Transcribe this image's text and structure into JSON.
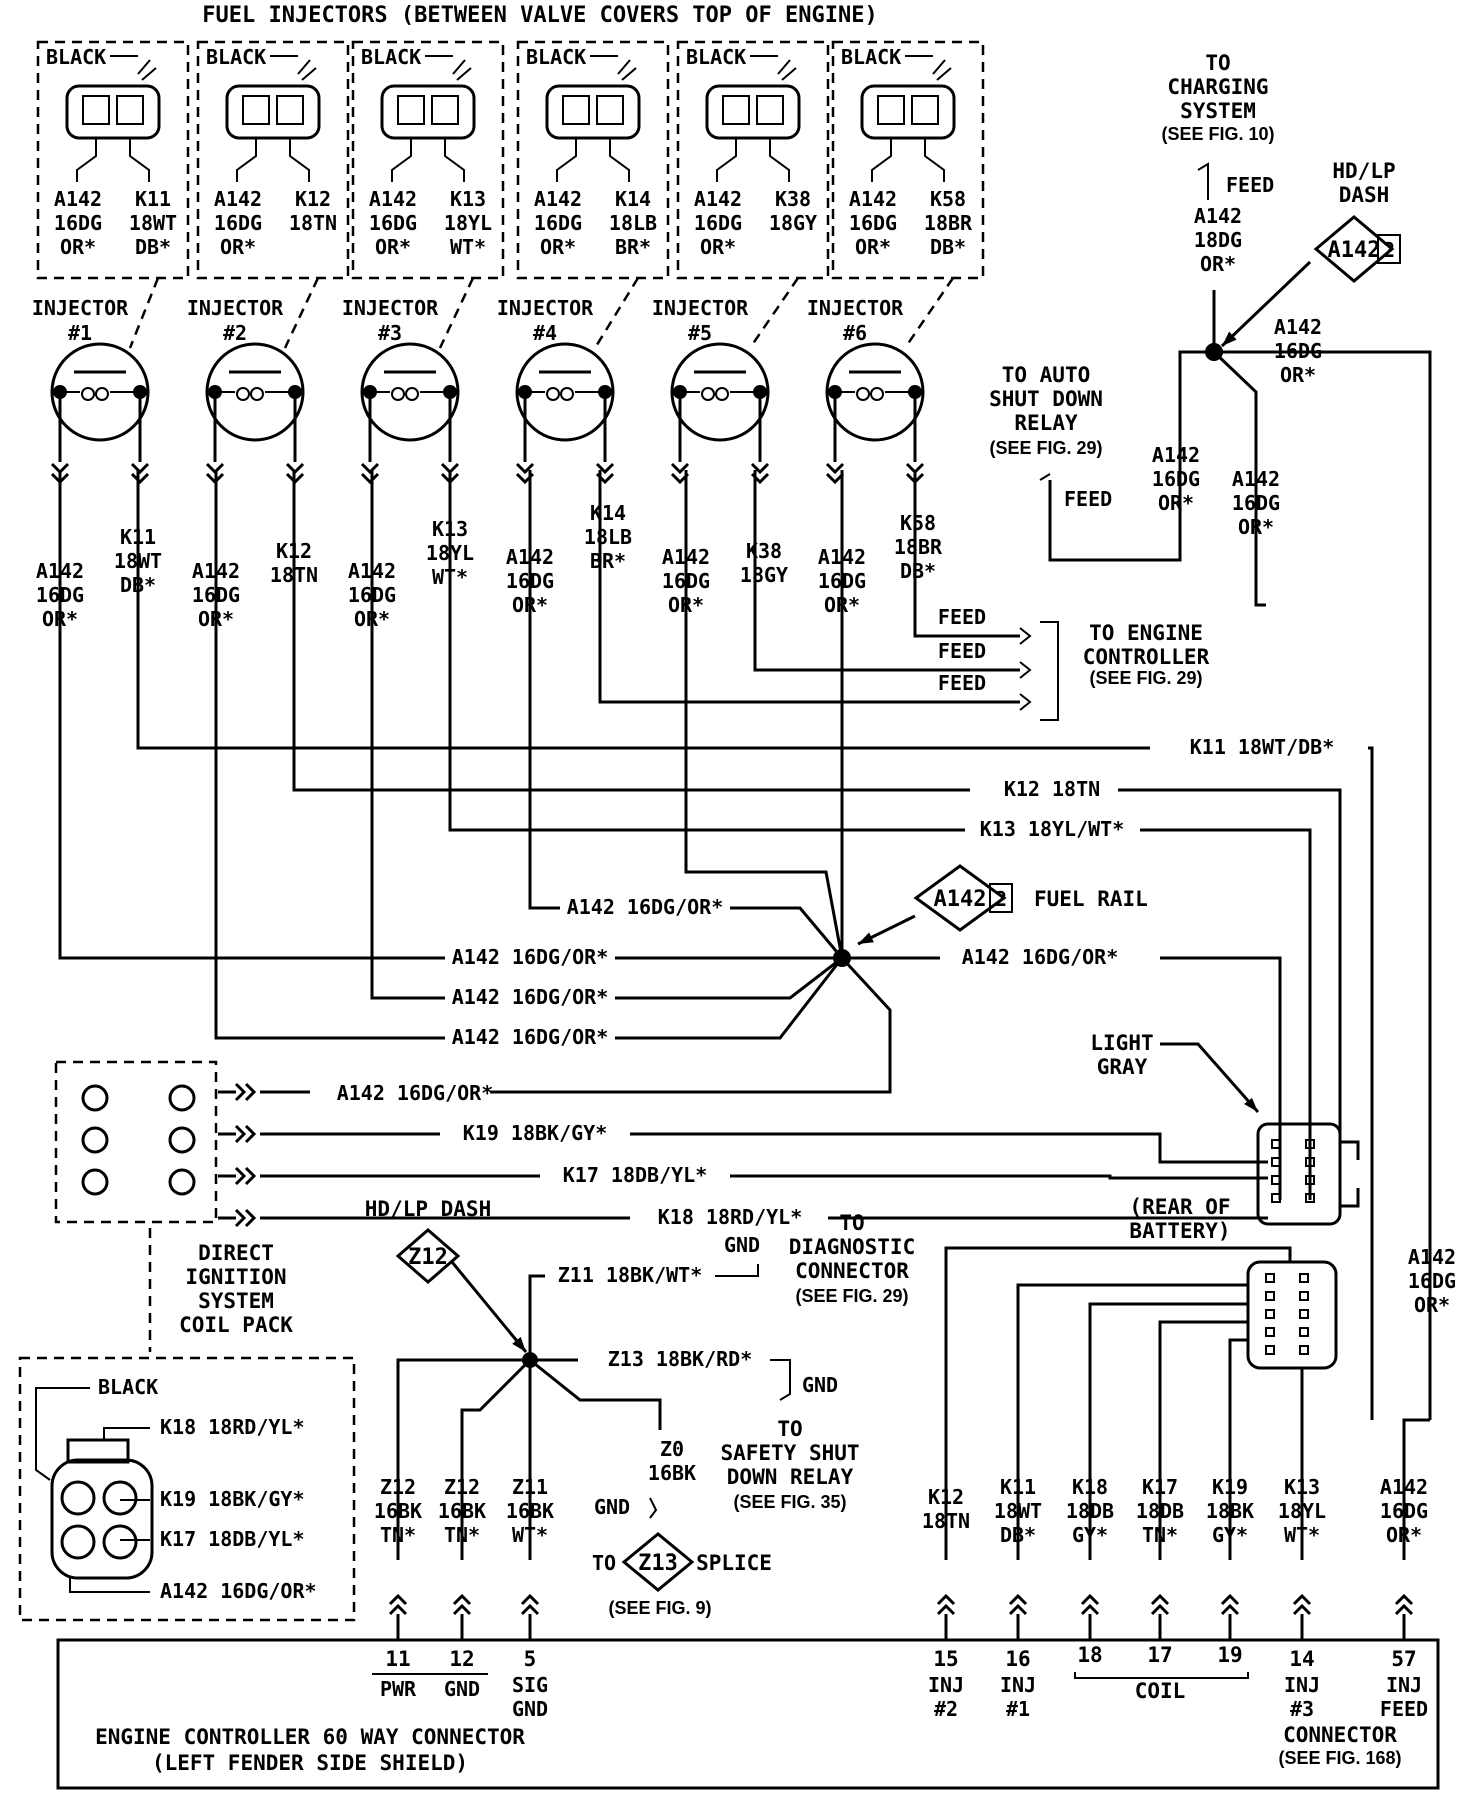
{
  "title": "FUEL INJECTORS (BETWEEN VALVE COVERS TOP OF ENGINE)",
  "injectors": [
    {
      "connector_color": "BLACK",
      "label": "INJECTOR",
      "num": "#1",
      "pin_a": [
        "A142",
        "16DG",
        "OR*"
      ],
      "pin_b": [
        "K11",
        "18WT",
        "DB*"
      ]
    },
    {
      "connector_color": "BLACK",
      "label": "INJECTOR",
      "num": "#2",
      "pin_a": [
        "A142",
        "16DG",
        "OR*"
      ],
      "pin_b": [
        "K12",
        "18TN",
        ""
      ]
    },
    {
      "connector_color": "BLACK",
      "label": "INJECTOR",
      "num": "#3",
      "pin_a": [
        "A142",
        "16DG",
        "OR*"
      ],
      "pin_b": [
        "K13",
        "18YL",
        "WT*"
      ]
    },
    {
      "connector_color": "BLACK",
      "label": "INJECTOR",
      "num": "#4",
      "pin_a": [
        "A142",
        "16DG",
        "OR*"
      ],
      "pin_b": [
        "K14",
        "18LB",
        "BR*"
      ]
    },
    {
      "connector_color": "BLACK",
      "label": "INJECTOR",
      "num": "#5",
      "pin_a": [
        "A142",
        "16DG",
        "OR*"
      ],
      "pin_b": [
        "K38",
        "18GY",
        ""
      ]
    },
    {
      "connector_color": "BLACK",
      "label": "INJECTOR",
      "num": "#6",
      "pin_a": [
        "A142",
        "16DG",
        "OR*"
      ],
      "pin_b": [
        "K58",
        "18BR",
        "DB*"
      ]
    }
  ],
  "charging": {
    "lines": [
      "TO",
      "CHARGING",
      "SYSTEM"
    ],
    "ref": "(SEE FIG. 10)",
    "feed": "FEED",
    "wire": [
      "A142",
      "18DG",
      "OR*"
    ]
  },
  "hdlp_dash": {
    "lines": [
      "HD/LP",
      "DASH"
    ],
    "splice": "A142",
    "num": "2"
  },
  "asd_relay": {
    "lines": [
      "TO AUTO",
      "SHUT DOWN",
      "RELAY"
    ],
    "ref": "(SEE FIG. 29)",
    "feed": "FEED",
    "wire": [
      "A142",
      "16DG",
      "OR*"
    ]
  },
  "right_wires": {
    "top": [
      "A142",
      "16DG",
      "OR*"
    ],
    "mid": [
      "A142",
      "16DG",
      "OR*"
    ]
  },
  "engine_controller_feed": {
    "feed": "FEED",
    "lines": [
      "TO ENGINE",
      "CONTROLLER"
    ],
    "ref": "(SEE FIG. 29)"
  },
  "horizontal_wires": {
    "k11": "K11 18WT/DB*",
    "k12": "K12 18TN",
    "k13": "K13 18YL/WT*",
    "a142_left1": "A142 16DG/OR*",
    "a142_left2": "A142 16DG/OR*",
    "a142_left3": "A142 16DG/OR*",
    "a142_left4": "A142 16DG/OR*",
    "a142_right": "A142 16DG/OR*",
    "coil_a142": "A142 16DG/OR*",
    "k19": "K19 18BK/GY*",
    "k17": "K17 18DB/YL*",
    "k18": "K18 18RD/YL*"
  },
  "fuel_rail": {
    "splice": "A142",
    "num": "2",
    "label": "FUEL RAIL"
  },
  "light_gray": {
    "lines": [
      "LIGHT",
      "GRAY"
    ],
    "rear": [
      "(REAR OF",
      "BATTERY)"
    ]
  },
  "coil_pack": {
    "lines": [
      "DIRECT",
      "IGNITION",
      "SYSTEM",
      "COIL PACK"
    ],
    "black": "BLACK",
    "pins": [
      "K18 18RD/YL*",
      "K19 18BK/GY*",
      "K17 18DB/YL*",
      "A142 16DG/OR*"
    ]
  },
  "ground": {
    "hdlp": "HD/LP DASH",
    "splice": "Z12",
    "z11": "Z11 18BK/WT*",
    "gnd_label": "GND",
    "diag": [
      "TO",
      "DIAGNOSTIC",
      "CONNECTOR"
    ],
    "diag_ref": "(SEE FIG. 29)",
    "z13": "Z13 18BK/RD*",
    "gnd2": "GND",
    "safety": [
      "TO",
      "SAFETY SHUT",
      "DOWN RELAY"
    ],
    "safety_ref": "(SEE FIG. 35)",
    "z0": [
      "Z0",
      "16BK"
    ],
    "gnd3": "GND",
    "to": "TO",
    "splice2": "Z13",
    "splice_word": "SPLICE",
    "splice_ref": "(SEE FIG. 9)"
  },
  "bottom_wires": [
    [
      "Z12",
      "16BK",
      "TN*"
    ],
    [
      "Z12",
      "16BK",
      "TN*"
    ],
    [
      "Z11",
      "16BK",
      "WT*"
    ],
    [
      "K12",
      "18TN",
      ""
    ],
    [
      "K11",
      "18WT",
      "DB*"
    ],
    [
      "K18",
      "18DB",
      "GY*"
    ],
    [
      "K17",
      "18DB",
      "TN*"
    ],
    [
      "K19",
      "18BK",
      "GY*"
    ],
    [
      "K13",
      "18YL",
      "WT*"
    ],
    [
      "A142",
      "16DG",
      "OR*"
    ]
  ],
  "right_vertical": [
    "A142",
    "16DG",
    "OR*"
  ],
  "pins": {
    "p11": "11",
    "p12": "12",
    "pwr": "PWR",
    "gnd": "GND",
    "p5": "5",
    "sig": "SIG",
    "gnd5": "GND",
    "p15": "15",
    "inj15": "INJ",
    "n15": "#2",
    "p16": "16",
    "inj16": "INJ",
    "n16": "#1",
    "p18": "18",
    "p17": "17",
    "p19": "19",
    "coil": "COIL",
    "p14": "14",
    "inj14": "INJ",
    "n14": "#3",
    "p57": "57",
    "inj57": "INJ",
    "feed57": "FEED"
  },
  "controller": {
    "line1": "ENGINE CONTROLLER 60 WAY CONNECTOR",
    "line2": "(LEFT FENDER SIDE SHIELD)"
  },
  "connector168": {
    "label": "CONNECTOR",
    "ref": "(SEE FIG. 168)"
  }
}
